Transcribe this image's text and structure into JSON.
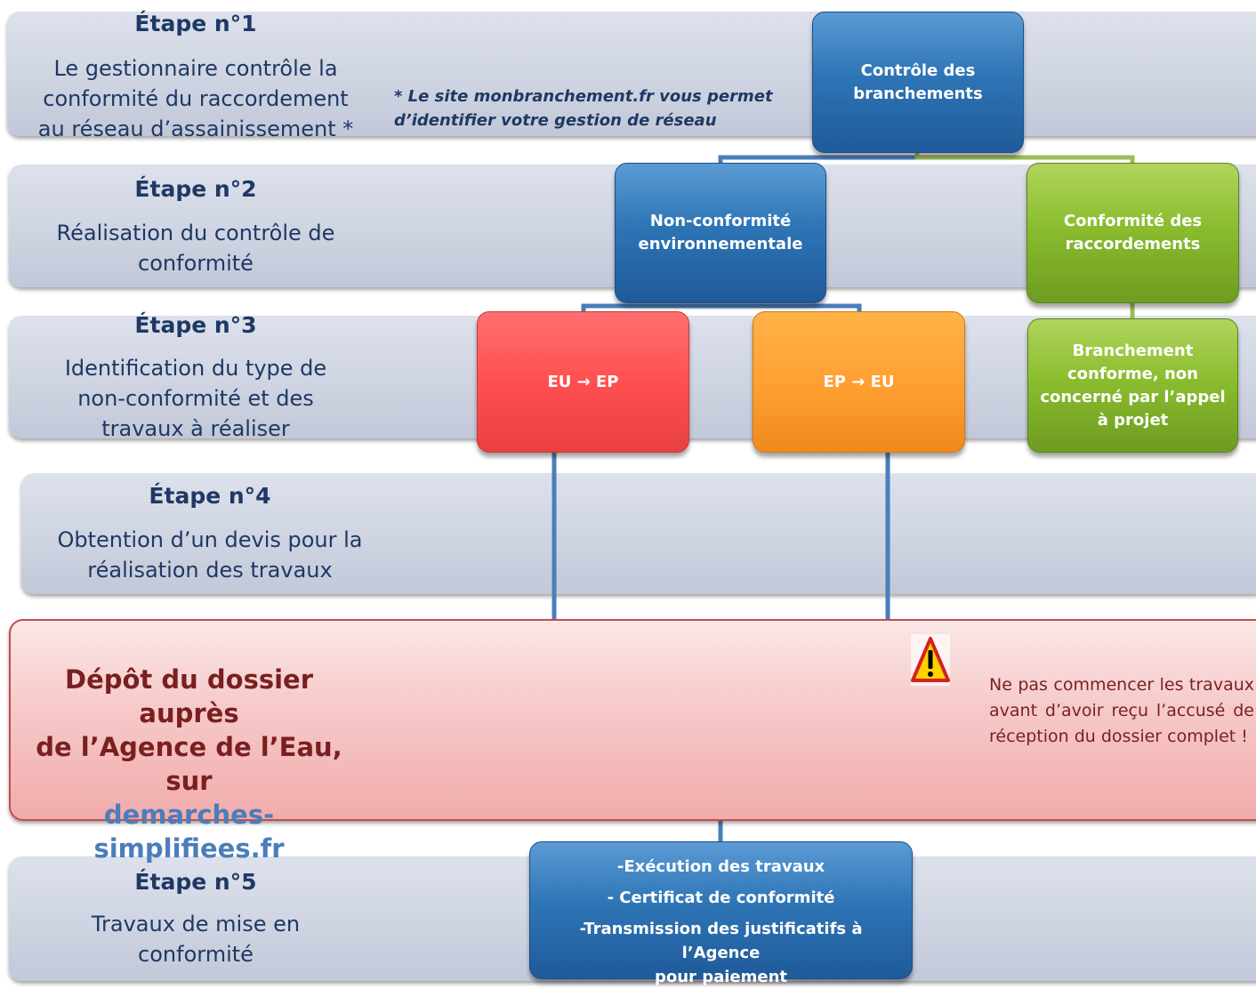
{
  "steps": [
    {
      "title": "Étape n°1",
      "lines": [
        "Le gestionnaire contrôle la",
        "conformité du raccordement",
        "au réseau d’assainissement *"
      ]
    },
    {
      "title": "Étape n°2",
      "lines": [
        "Réalisation du contrôle de",
        "conformité"
      ]
    },
    {
      "title": "Étape n°3",
      "lines": [
        "Identification du type de",
        "non-conformité et des",
        "travaux à réaliser"
      ]
    },
    {
      "title": "Étape n°4",
      "lines": [
        "Obtention d’un devis pour la",
        "réalisation des travaux"
      ]
    },
    {
      "title": "Étape n°5",
      "lines": [
        "Travaux de mise en",
        "conformité"
      ]
    }
  ],
  "note": {
    "lines": [
      "* Le site monbranchement.fr vous permet",
      "d’identifier votre gestion de réseau"
    ]
  },
  "boxes": {
    "controle": [
      "Contrôle des",
      "branchements"
    ],
    "non_conformite": [
      "Non-conformité",
      "environnementale"
    ],
    "conformite": [
      "Conformité des",
      "raccordements"
    ],
    "eu_ep": "EU → EP",
    "ep_eu": "EP → EU",
    "branchement": [
      "Branchement",
      "conforme, non",
      "concerné par l’appel",
      "à projet"
    ],
    "execution": [
      "-Exécution des travaux",
      "- Certificat de conformité",
      "-Transmission des justificatifs à l’Agence",
      "pour paiement"
    ]
  },
  "deposit": {
    "line1": "Dépôt du dossier auprès",
    "line2": "de l’Agence de l’Eau, sur",
    "link1": "demarches-",
    "link2": "simplifiees.fr"
  },
  "warning": {
    "icon": "warning-icon",
    "text": "Ne pas commencer les travaux avant d’avoir reçu l’accusé de réception du dossier complet !"
  },
  "colors": {
    "band": "#d3d8e5",
    "blue_box": "#2e75b6",
    "green_box": "#8bbd2f",
    "red_box": "#ff5050",
    "orange_box": "#ffa033",
    "deposit_bg": "#f6c9c9",
    "connector_blue": "#4a7ebb",
    "connector_green": "#9bbb59"
  }
}
